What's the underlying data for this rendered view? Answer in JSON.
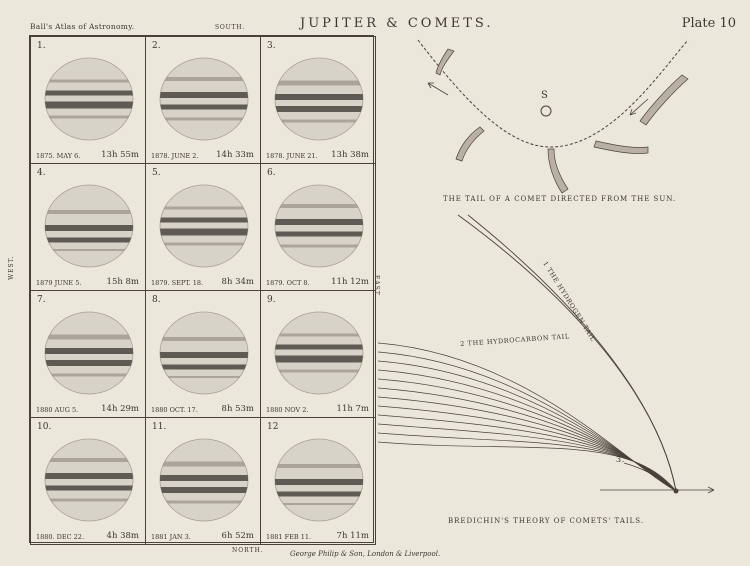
{
  "header": {
    "atlas": "Ball's Atlas of Astronomy.",
    "south": "SOUTH.",
    "title": "JUPITER & COMETS.",
    "plate": "Plate 10"
  },
  "sides": {
    "west": "WEST.",
    "east": "EAST.",
    "north": "NORTH."
  },
  "publisher": "George Philip & Son, London & Liverpool.",
  "drawings": [
    {
      "num": "1.",
      "date": "1875. MAY 6.",
      "time": "13h 55m"
    },
    {
      "num": "2.",
      "date": "1878. JUNE 2.",
      "time": "14h 33m"
    },
    {
      "num": "3.",
      "date": "1878. JUNE 21.",
      "time": "13h 38m"
    },
    {
      "num": "4.",
      "date": "1879 JUNE 5.",
      "time": "15h 8m"
    },
    {
      "num": "5.",
      "date": "1879. SEPT. 18.",
      "time": "8h 34m"
    },
    {
      "num": "6.",
      "date": "1879. OCT 8.",
      "time": "11h 12m"
    },
    {
      "num": "7.",
      "date": "1880 AUG 5.",
      "time": "14h 29m"
    },
    {
      "num": "8.",
      "date": "1880 OCT. 17.",
      "time": "8h 53m"
    },
    {
      "num": "9.",
      "date": "1880 NOV 2.",
      "time": "11h 7m"
    },
    {
      "num": "10.",
      "date": "1880. DEC 22.",
      "time": "4h 38m"
    },
    {
      "num": "11.",
      "date": "1881 JAN 3.",
      "time": "6h 52m"
    },
    {
      "num": "12",
      "date": "1881 FEB 11.",
      "time": "7h 11m"
    }
  ],
  "comets": {
    "sun_label": "S",
    "caption_top": "THE TAIL OF A COMET DIRECTED FROM THE SUN.",
    "tail1": "1 THE HYDROGEN TAIL",
    "tail2": "2 THE HYDROCARBON TAIL",
    "tail3": "3.",
    "caption_bottom": "BREDICHIN'S THEORY OF COMETS' TAILS."
  }
}
